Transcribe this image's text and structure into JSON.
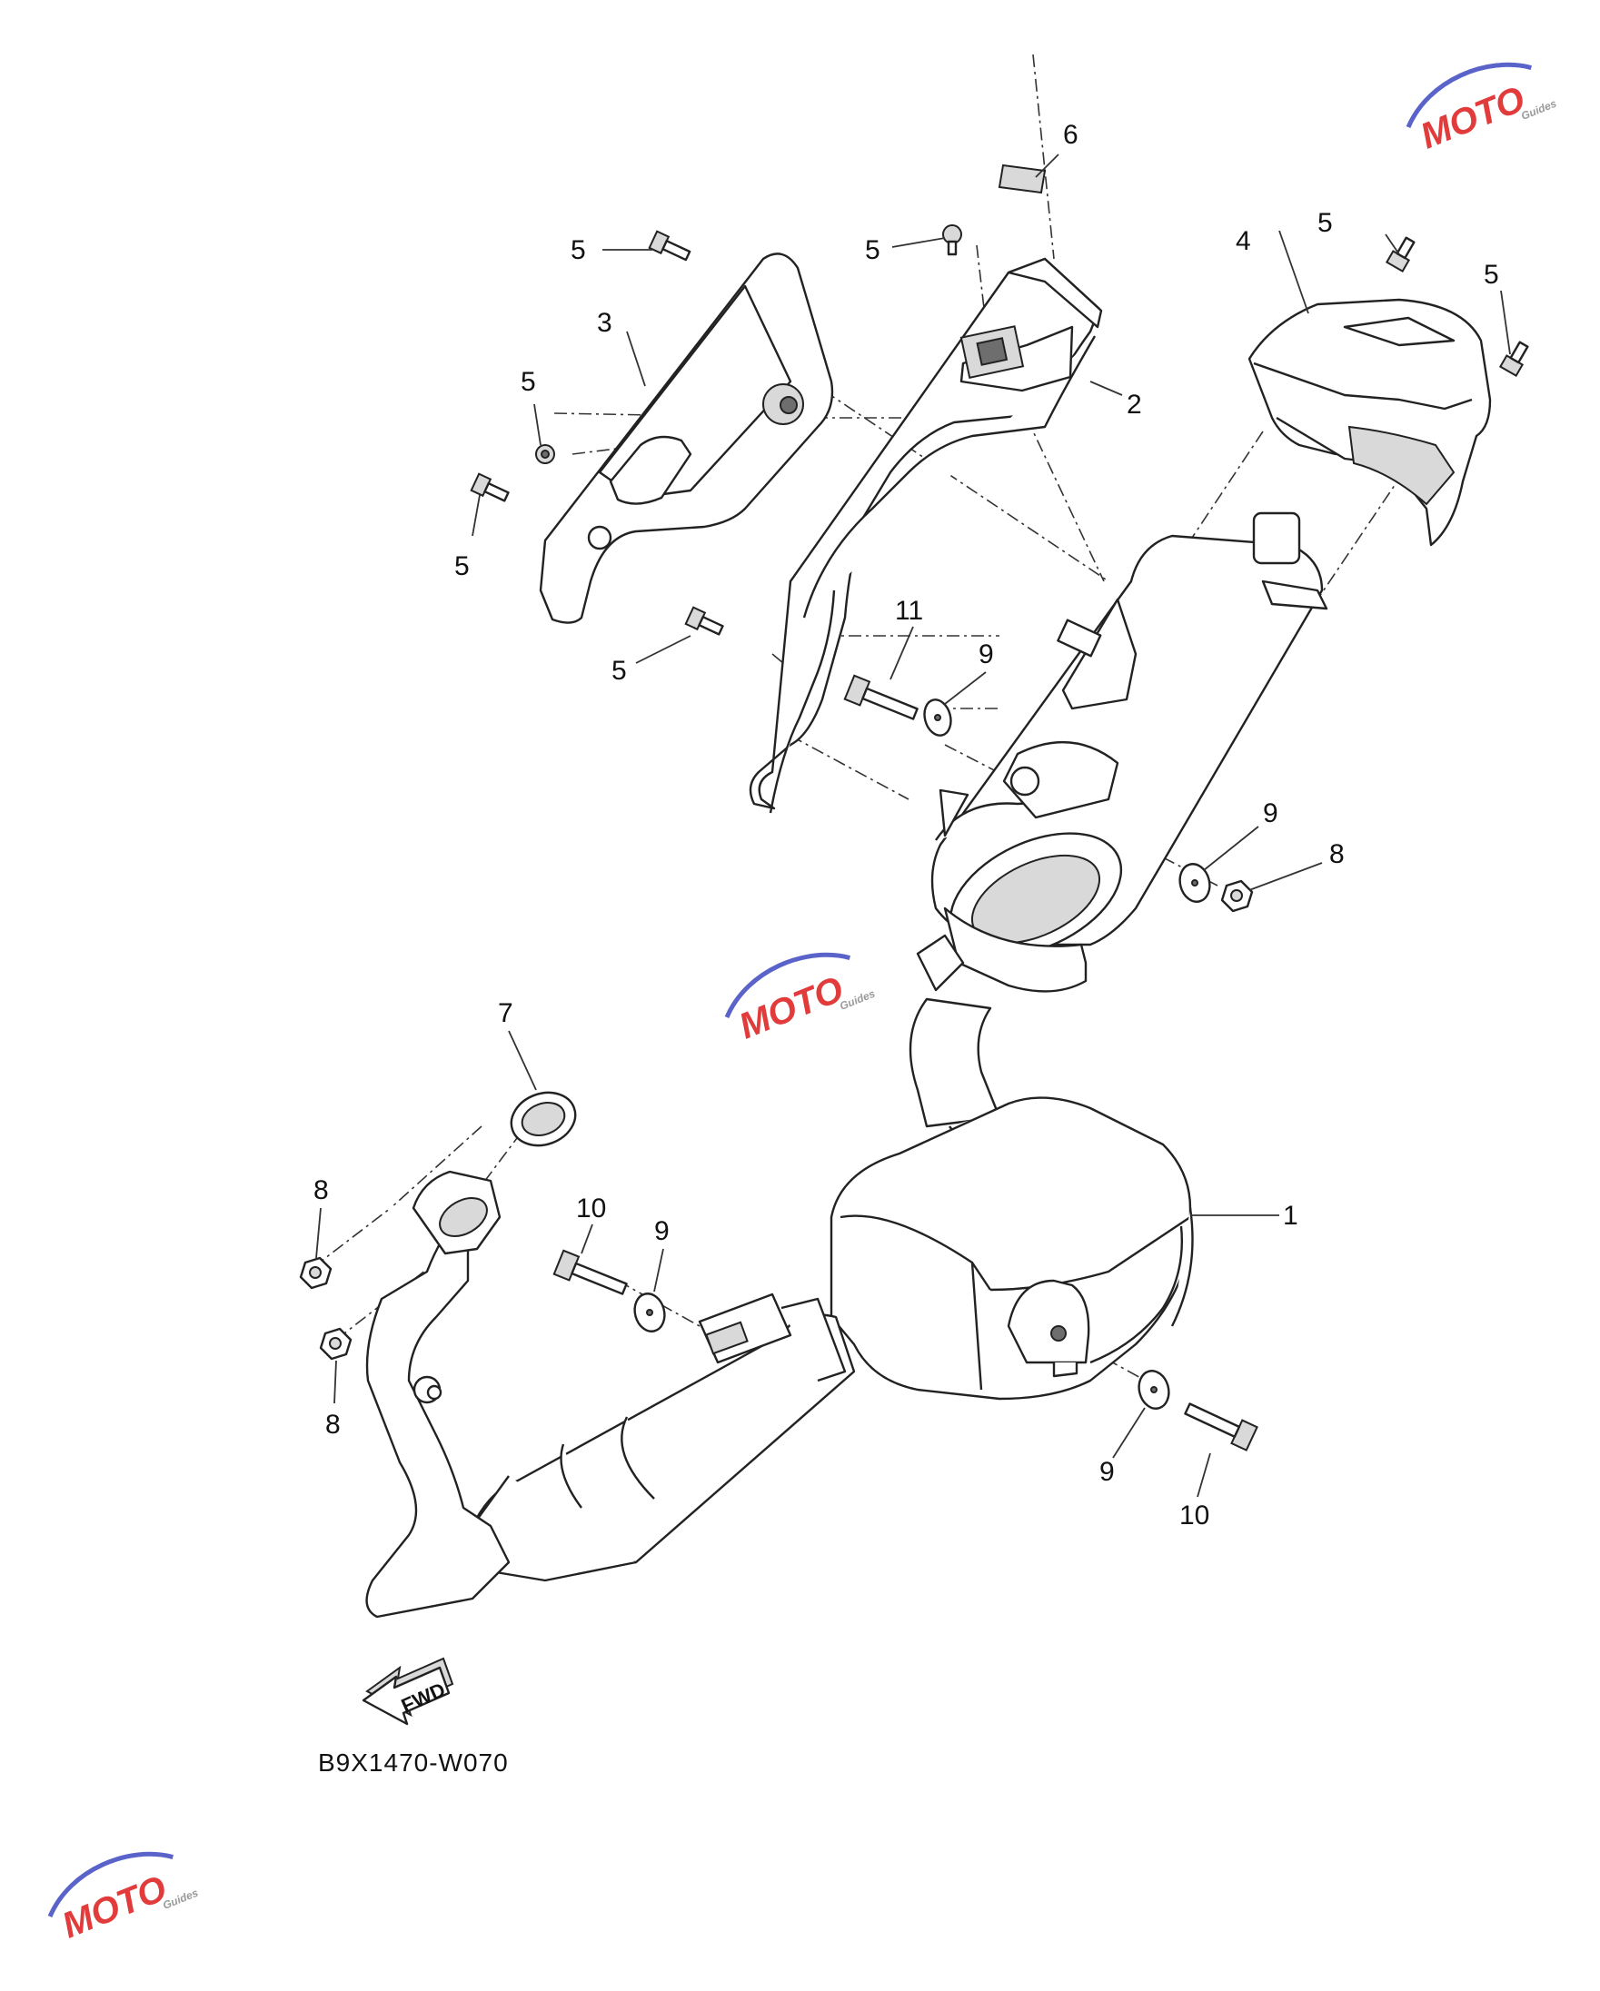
{
  "diagram": {
    "drawing_code": "B9X1470-W070",
    "direction_label": "FWD",
    "callouts": [
      {
        "id": "c-1",
        "text": "1"
      },
      {
        "id": "c-2",
        "text": "2"
      },
      {
        "id": "c-3",
        "text": "3"
      },
      {
        "id": "c-4",
        "text": "4"
      },
      {
        "id": "c-5a",
        "text": "5"
      },
      {
        "id": "c-5b",
        "text": "5"
      },
      {
        "id": "c-5c",
        "text": "5"
      },
      {
        "id": "c-5d",
        "text": "5"
      },
      {
        "id": "c-5e",
        "text": "5"
      },
      {
        "id": "c-5f",
        "text": "5"
      },
      {
        "id": "c-5g",
        "text": "5"
      },
      {
        "id": "c-6",
        "text": "6"
      },
      {
        "id": "c-7",
        "text": "7"
      },
      {
        "id": "c-8a",
        "text": "8"
      },
      {
        "id": "c-8b",
        "text": "8"
      },
      {
        "id": "c-8c",
        "text": "8"
      },
      {
        "id": "c-9a",
        "text": "9"
      },
      {
        "id": "c-9b",
        "text": "9"
      },
      {
        "id": "c-9c",
        "text": "9"
      },
      {
        "id": "c-9d",
        "text": "9"
      },
      {
        "id": "c-10a",
        "text": "10"
      },
      {
        "id": "c-10b",
        "text": "10"
      },
      {
        "id": "c-11",
        "text": "11"
      }
    ]
  },
  "watermark": {
    "brand_main": "MOTO",
    "brand_sub": "Guides",
    "colors": {
      "red": "#e23b3b",
      "blue": "#5a63c9",
      "gray": "#9a9a9a"
    }
  }
}
